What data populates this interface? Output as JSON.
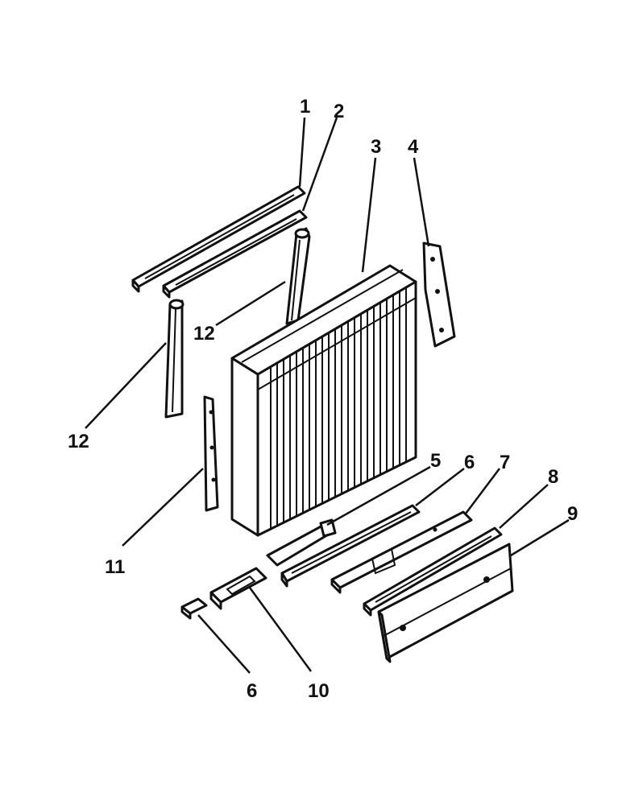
{
  "colors": {
    "ink": "#111111",
    "paper": "#ffffff"
  },
  "callouts": {
    "c1": "1",
    "c2": "2",
    "c3": "3",
    "c4": "4",
    "c5": "5",
    "c6a": "6",
    "c6b": "6",
    "c7": "7",
    "c8": "8",
    "c9": "9",
    "c10": "10",
    "c11": "11",
    "c12a": "12",
    "c12b": "12"
  }
}
